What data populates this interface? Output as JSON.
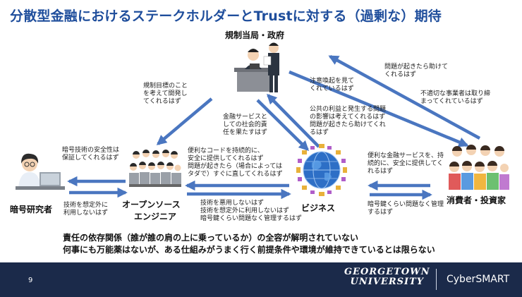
{
  "title": "分散型金融におけるステークホルダーとTrustに対する（過剰な）期待",
  "actors": {
    "regulator": "規制当局・政府",
    "researcher": "暗号研究者",
    "oss_line1": "オープンソース",
    "oss_line2": "エンジニア",
    "business": "ビジネス",
    "consumer": "消費者・投資家"
  },
  "notes": {
    "reg_to_oss": "規制目標のこと\nを考えて開発し\nてくれるはず",
    "reg_to_biz": "金融サービスと\nしての社会的責\n任を果たすはず",
    "biz_to_reg": "注意喚起を見て\nくれているはず",
    "cons_to_reg_help": "問題が起きたら助けて\nくれるはず",
    "reg_to_cons": "不適切な事業者は取り締\nまってくれているはず",
    "biz_to_reg_public": "公共の利益と発生する問題\nの影響は考えてくれるはず\n問題が起きたら助けてくれ\nるはず",
    "oss_to_res": "暗号技術の安全性は\n保証してくれるはず",
    "res_to_oss": "技術を想定外に\n利用しないはず",
    "biz_to_oss": "便利なコードを持続的に、\n安全に提供してくれるはず\n問題が起きたら（場合によっては\nタダで）すぐに直してくれるはず",
    "oss_to_biz": "技術を悪用しないはず\n技術を想定外に利用しないはず\n暗号鍵くらい問題なく管理するはず",
    "cons_to_biz": "便利な金融サービスを、持\n続的に、安全に提供してく\nれるはず",
    "biz_to_cons": "暗号鍵くらい問題なく管理\nするはず"
  },
  "summary": {
    "line1": "責任の依存関係（誰が誰の肩の上に乗っているか）の全容が解明されていない",
    "line2": "何事にも万能薬はないが、ある仕組みがうまく行く前提条件や環境が維持できているとは限らない"
  },
  "footer": {
    "page_number": "9",
    "university_line1": "GEORGETOWN",
    "university_line2": "UNIVERSITY",
    "brand": "CyberSMART"
  },
  "colors": {
    "title": "#1f4e9c",
    "arrow": "#4a76c0",
    "footer_bg": "#1b2a4a",
    "footer_text": "#ffffff"
  },
  "icons": [
    "regulator-illustration",
    "researcher-illustration",
    "engineers-crowd-illustration",
    "globe-network-illustration",
    "consumers-crowd-illustration"
  ]
}
